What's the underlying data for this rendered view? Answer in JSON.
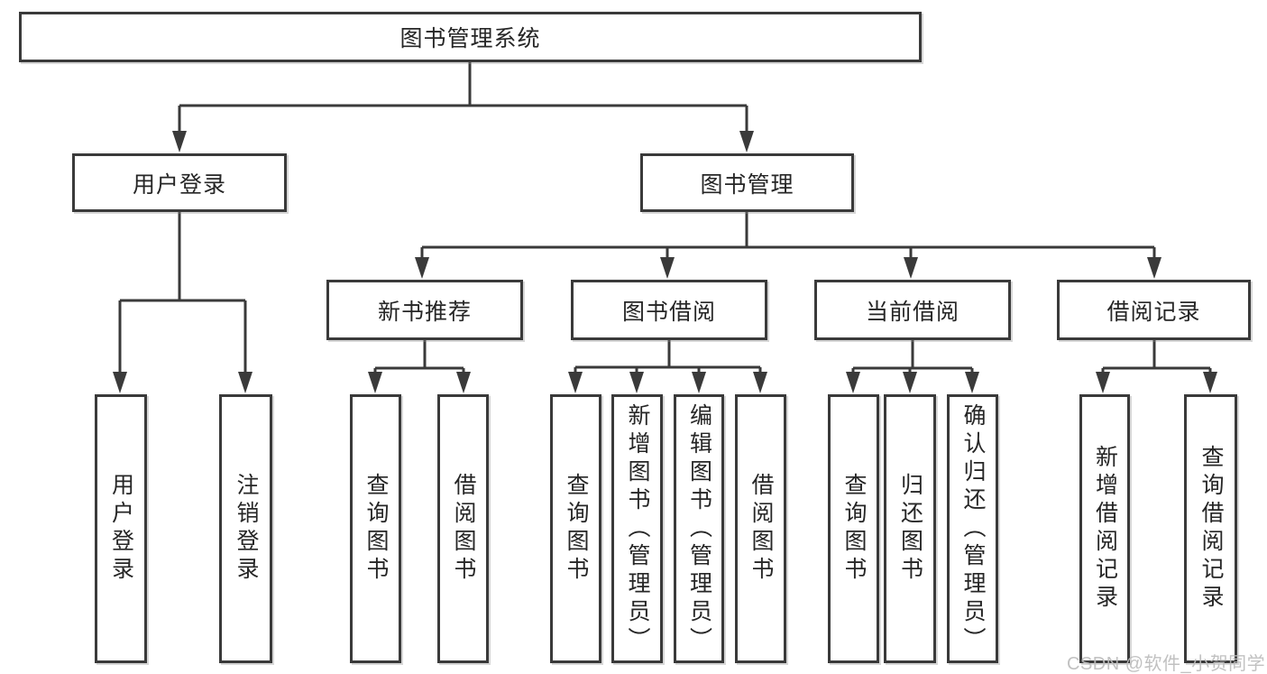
{
  "root": {
    "label": "图书管理系统"
  },
  "level2": [
    {
      "label": "用户登录"
    },
    {
      "label": "图书管理"
    }
  ],
  "level3": [
    {
      "label": "新书推荐"
    },
    {
      "label": "图书借阅"
    },
    {
      "label": "当前借阅"
    },
    {
      "label": "借阅记录"
    }
  ],
  "leaves": [
    {
      "label": "用户登录"
    },
    {
      "label": "注销登录"
    },
    {
      "label": "查询图书"
    },
    {
      "label": "借阅图书"
    },
    {
      "label": "查询图书"
    },
    {
      "label": "新增图书（管理员）"
    },
    {
      "label": "编辑图书（管理员）"
    },
    {
      "label": "借阅图书"
    },
    {
      "label": "查询图书"
    },
    {
      "label": "归还图书"
    },
    {
      "label": "确认归还（管理员）"
    },
    {
      "label": "新增借阅记录"
    },
    {
      "label": "查询借阅记录"
    }
  ],
  "watermark": {
    "label": "CSDN @软件_小贺同学"
  },
  "colors": {
    "line": "#3a3a3a",
    "text": "#262626",
    "box_background": "#ffffff",
    "watermark": "#bcbcbc"
  }
}
